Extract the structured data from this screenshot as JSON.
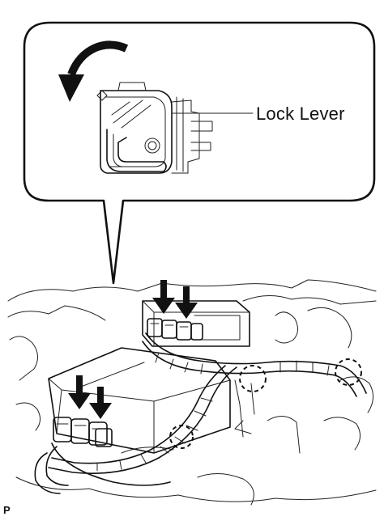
{
  "callout": {
    "label": "Lock Lever"
  },
  "figure": {
    "id": "P"
  },
  "colors": {
    "ink": "#111111",
    "background": "#ffffff"
  },
  "icons": {
    "rotation_arrow": "curved-arrow-counterclockwise",
    "push_arrow": "down-arrow",
    "clamp_marker": "dashed-circle"
  }
}
